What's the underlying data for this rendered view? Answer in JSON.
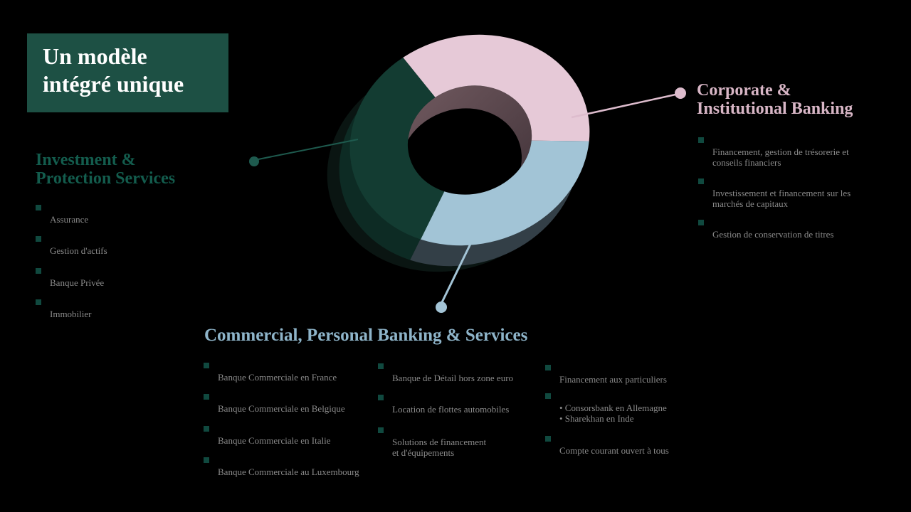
{
  "background": "#000000",
  "title_box": {
    "lines": [
      "Un modèle",
      "intégré unique"
    ],
    "bg_color": "#1d5044",
    "text_color": "#ffffff"
  },
  "sections": {
    "investment": {
      "heading_lines": [
        "Investment &",
        "Protection Services"
      ],
      "heading_color": "#135c4d",
      "items": [
        "Assurance",
        "Gestion d'actifs",
        "Banque Privée",
        "Immobilier"
      ]
    },
    "corporate": {
      "heading_lines": [
        "Corporate &",
        "Institutional Banking"
      ],
      "heading_color": "#d8b6c6",
      "items": [
        "Financement, gestion de trésorerie et\nconseils financiers",
        "Investissement et financement sur les\nmarchés de capitaux",
        "Gestion de conservation de titres"
      ]
    },
    "commercial": {
      "heading": "Commercial, Personal Banking & Services",
      "heading_color": "#8eb4c9",
      "columns": [
        {
          "items": [
            {
              "text": "Banque Commerciale en France"
            },
            {
              "text": "Banque Commerciale en Belgique"
            },
            {
              "text": "Banque Commerciale en Italie"
            },
            {
              "text": "Banque Commerciale au Luxembourg"
            }
          ]
        },
        {
          "items": [
            {
              "text": "Banque de Détail hors zone euro"
            },
            {
              "text": "Location de flottes automobiles"
            },
            {
              "text": "Solutions de financement\net d'équipements"
            }
          ]
        },
        {
          "items": [
            {
              "text": "Financement aux particuliers"
            },
            {
              "text": "• Consorsbank en Allemagne\n• Sharekhan en Inde"
            },
            {
              "text": "Compte courant ouvert à tous"
            }
          ]
        }
      ]
    }
  },
  "bullet_color": "#10493f",
  "item_text_color": "#8a8a8a",
  "connectors": {
    "investment": {
      "color": "#1e5a4e"
    },
    "corporate": {
      "color": "#ddbccd"
    },
    "commercial": {
      "color": "#a3c4d6"
    }
  },
  "chart_data": {
    "type": "pie",
    "variant": "3d-donut",
    "title": "Un modèle intégré unique",
    "values_shown": false,
    "segments": [
      {
        "label": "Investment & Protection Services",
        "color": "#133c32",
        "approx_angle_deg": 122
      },
      {
        "label": "Corporate & Institutional Banking",
        "color": "#e6c9d7",
        "approx_angle_deg": 129
      },
      {
        "label": "Commercial, Personal Banking & Services",
        "color": "#a2c4d6",
        "approx_angle_deg": 109
      }
    ],
    "inner_wall_color": "#6b555b"
  }
}
